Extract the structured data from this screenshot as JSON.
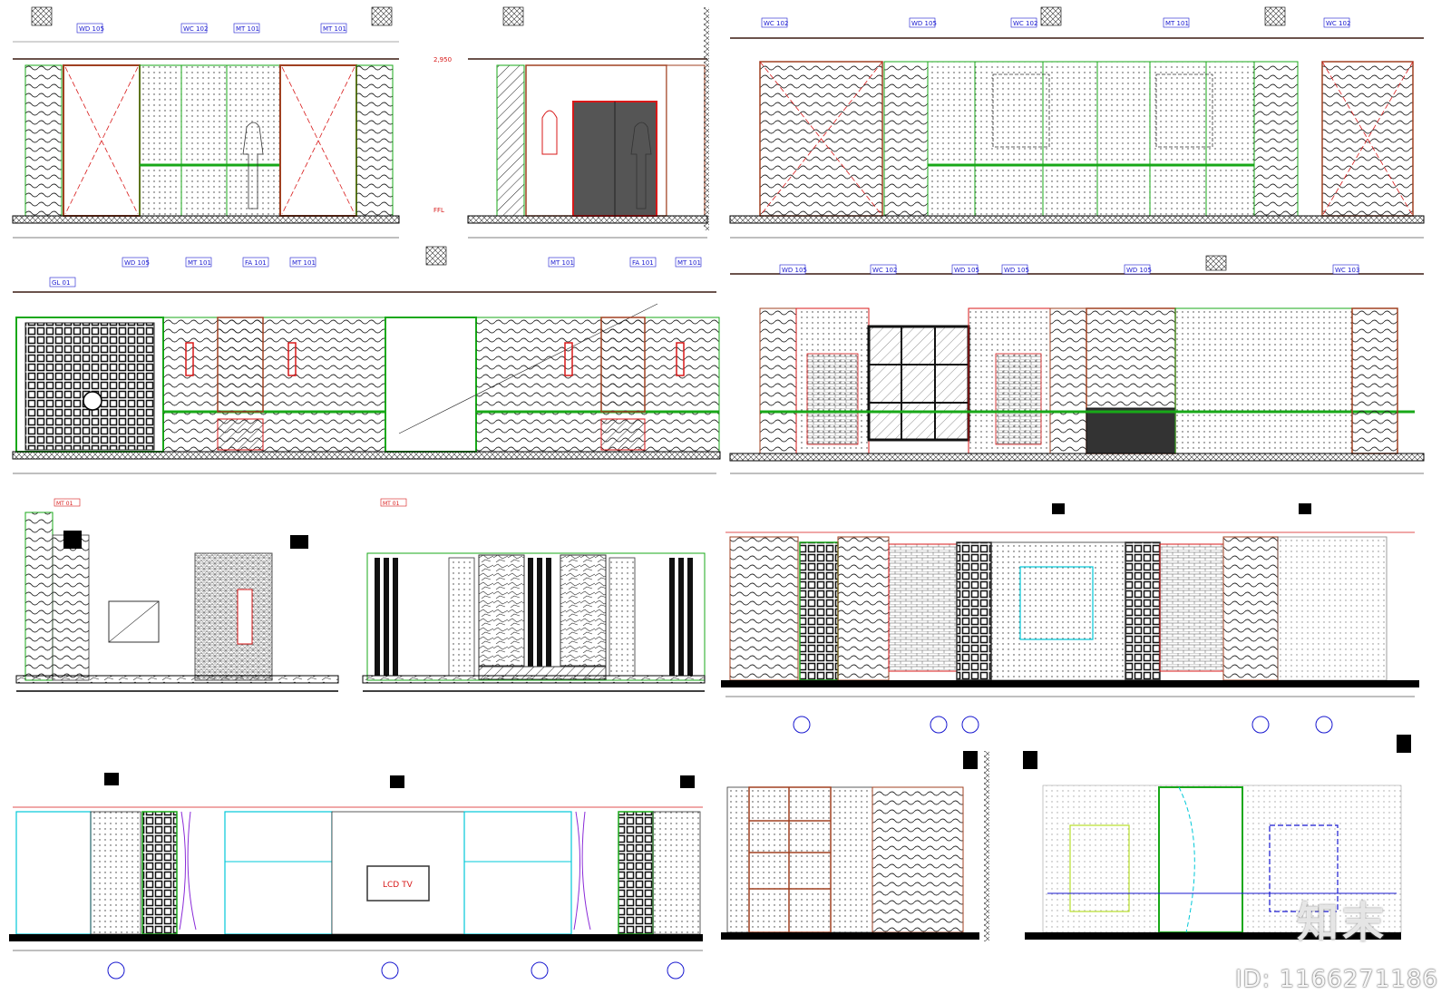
{
  "sheet": {
    "background": "#ffffff",
    "colors": {
      "wall_line": "#3a1a10",
      "cyan": "#00c8d8",
      "green": "#18a818",
      "red": "#d81818",
      "brown": "#a04020",
      "hatch": "#222222",
      "blue": "#1818d0",
      "purple": "#8a2ad8"
    }
  },
  "tags": {
    "wd105": "WD 105",
    "mt101": "MT 101",
    "wc102": "WC 102",
    "wc103": "WC 103",
    "fa101": "FA 101",
    "mt01": "MT 01",
    "gl01": "GL 01",
    "tv": "LCD TV"
  },
  "level_marks": {
    "top": "2,950",
    "floor": "FFL"
  },
  "watermark": {
    "logo": "知末",
    "id": "ID: 1166271186"
  }
}
